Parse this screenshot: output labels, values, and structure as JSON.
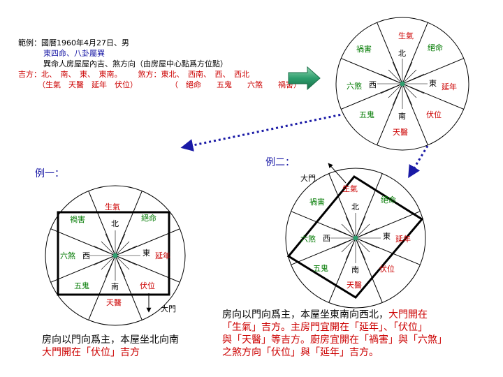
{
  "header": {
    "example_title": "範例：國曆1960年4月27日、男",
    "life_type": "東四命、八卦屬巽",
    "note": "巽命人房屋屋內吉、煞方向（由房屋中心點爲方位點）",
    "lucky_label": "吉方：",
    "lucky_dirs": "北、　南、　東、　東南。",
    "unlucky_label": "煞方：",
    "unlucky_dirs": "東北、　西南、　西、　西北",
    "lucky_stars": "（生氣　天醫　延年　伏位）",
    "unlucky_stars": "（　絕命　　五鬼　　六煞　　禍害）"
  },
  "compass": {
    "stars": {
      "shengqi": "生氣",
      "jueming": "絕命",
      "yannian": "延年",
      "fuwei": "伏位",
      "tianyi": "天醫",
      "wugui": "五鬼",
      "liusha": "六煞",
      "huohai": "禍害"
    },
    "directions": {
      "north": "北",
      "south": "南",
      "east": "東",
      "west": "西"
    }
  },
  "example1": {
    "title": "例一：",
    "door_label": "大門",
    "desc_line1": "房向以門向爲主，本屋坐北向南",
    "desc_line2": "大門開在「伏位」吉方"
  },
  "example2": {
    "title": "例二：",
    "door_label": "大門",
    "desc_l1_black": "房向以門向爲主，本屋坐東南向西北，",
    "desc_l1_red": "大門開在",
    "desc_l2_red": "「生氣」吉方。主房門宜開在「延年」、「伏位」",
    "desc_l3_red": "與「天醫」等吉方。廚房宜開在「禍害」與「六煞」",
    "desc_l4_red": "之煞方向「伏位」與「延年」吉方。"
  },
  "colors": {
    "lucky": "#cc0000",
    "unlucky": "#007a00",
    "accent": "#1a1aa6",
    "arrow": "#2e9e6e"
  }
}
